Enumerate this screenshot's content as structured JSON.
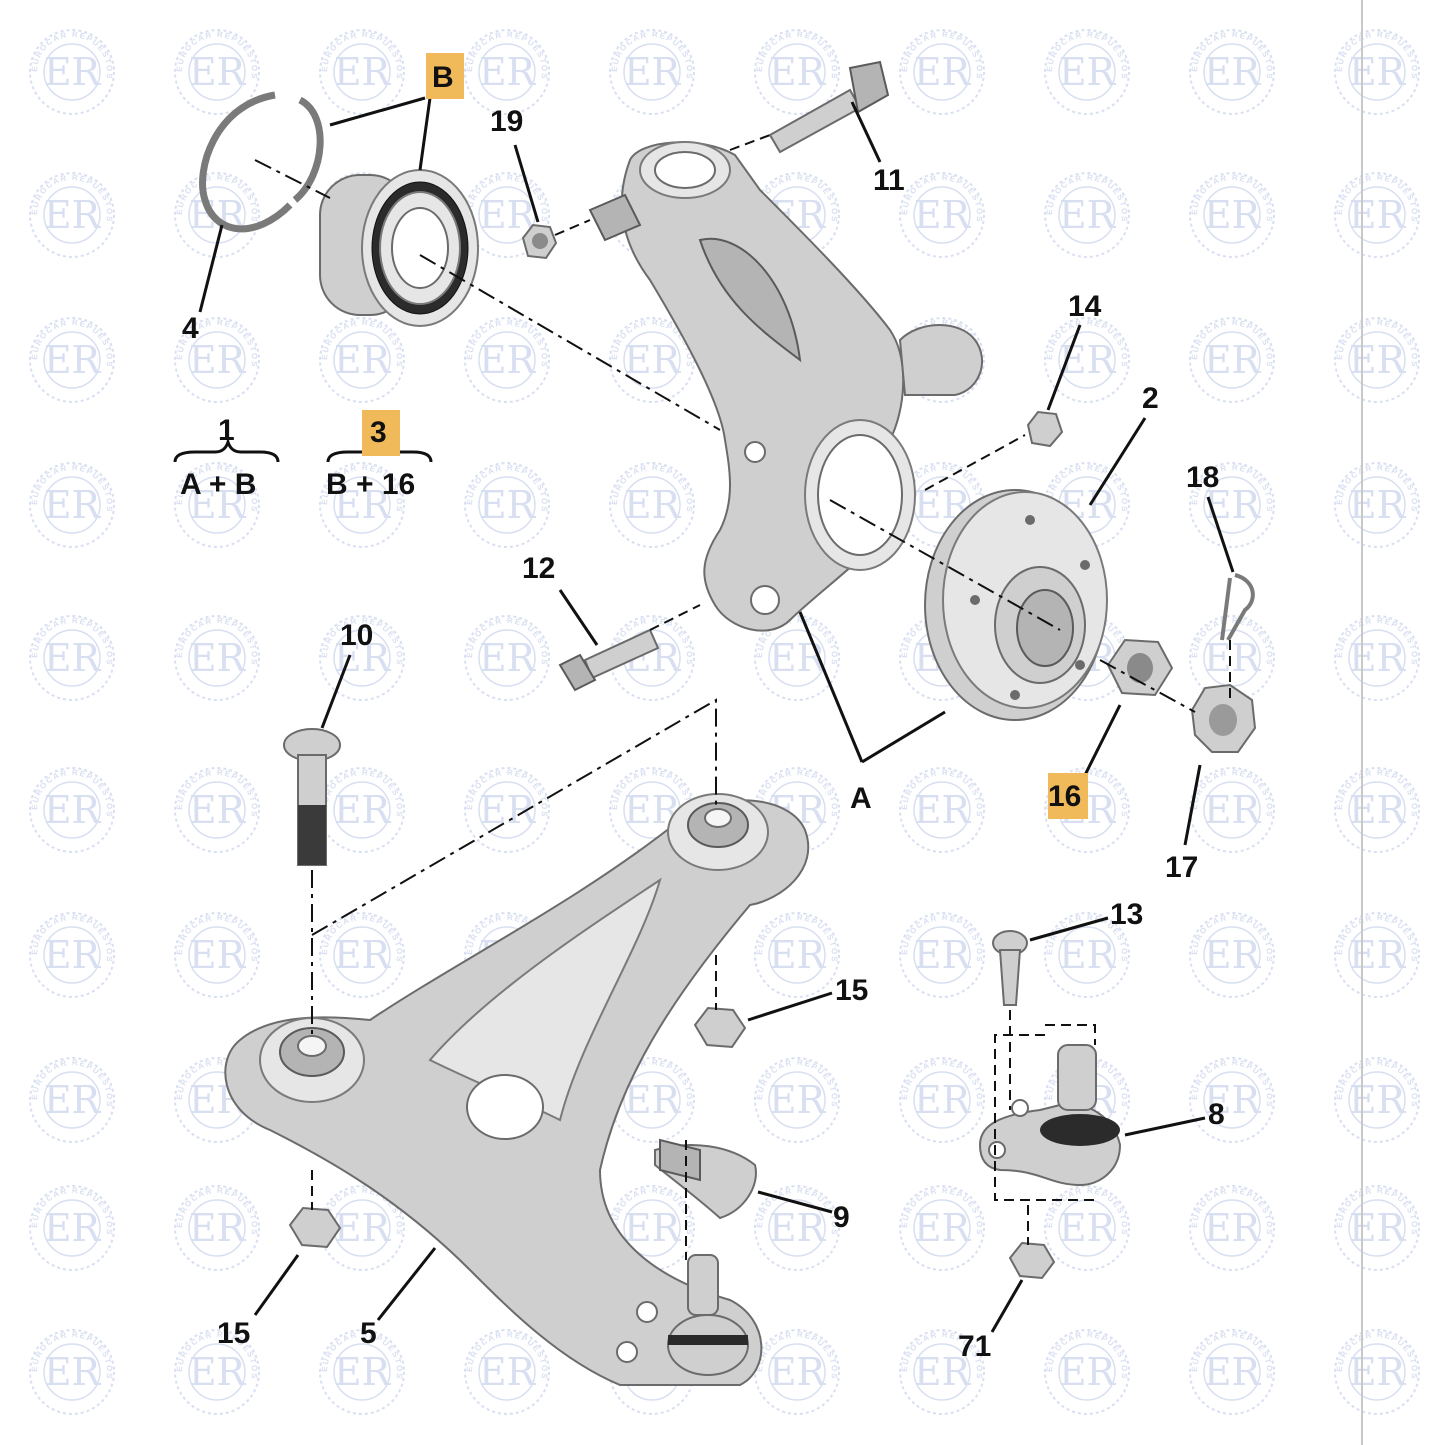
{
  "watermark": {
    "initials": "ER",
    "ring_text": "EUROCAR REPUESTOS",
    "color": "#b9c6e6"
  },
  "highlight_color": "#f0b95a",
  "callouts": {
    "c1": "1",
    "c2": "2",
    "c3": "3",
    "c4": "4",
    "c5": "5",
    "c8": "8",
    "c9": "9",
    "c10": "10",
    "c11": "11",
    "c12": "12",
    "c13": "13",
    "c14": "14",
    "c15a": "15",
    "c15b": "15",
    "c16": "16",
    "c17": "17",
    "c18": "18",
    "c19": "19",
    "c71": "71",
    "cA": "A",
    "cB": "B"
  },
  "formulas": {
    "kit1": "A + B",
    "kit3": "B + 16"
  }
}
